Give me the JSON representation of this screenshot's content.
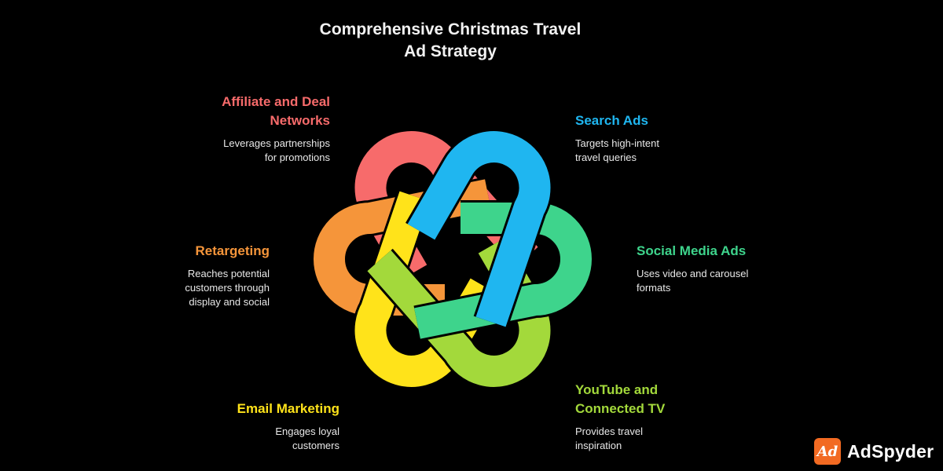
{
  "title": {
    "line1": "Comprehensive Christmas Travel",
    "line2": "Ad Strategy"
  },
  "items": [
    {
      "id": "affiliate",
      "heading_lines": [
        "Affiliate and Deal",
        "Networks"
      ],
      "desc_lines": [
        "Leverages partnerships",
        "for promotions"
      ],
      "color": "#f76b6b"
    },
    {
      "id": "search",
      "heading_lines": [
        "Search Ads"
      ],
      "desc_lines": [
        "Targets high-intent",
        "travel queries"
      ],
      "color": "#1fb6f0"
    },
    {
      "id": "social",
      "heading_lines": [
        "Social Media Ads"
      ],
      "desc_lines": [
        "Uses video and carousel",
        "formats"
      ],
      "color": "#3ed48c"
    },
    {
      "id": "youtube",
      "heading_lines": [
        "YouTube and",
        "Connected TV"
      ],
      "desc_lines": [
        "Provides travel",
        "inspiration"
      ],
      "color": "#a3d93b"
    },
    {
      "id": "email",
      "heading_lines": [
        "Email Marketing"
      ],
      "desc_lines": [
        "Engages loyal",
        "customers"
      ],
      "color": "#ffe31a"
    },
    {
      "id": "retarget",
      "heading_lines": [
        "Retargeting"
      ],
      "desc_lines": [
        "Reaches potential",
        "customers through",
        "display and social"
      ],
      "color": "#f5953a"
    }
  ],
  "logo": {
    "mark": "Ad",
    "text": "AdSpyder",
    "color": "#f26a22"
  }
}
